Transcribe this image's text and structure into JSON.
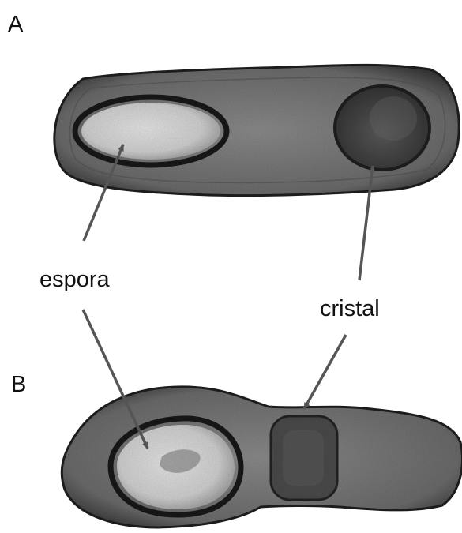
{
  "panels": {
    "a_label": "A",
    "b_label": "B"
  },
  "annotations": {
    "spore_label": "espora",
    "crystal_label": "cristal"
  },
  "colors": {
    "background": "#ffffff",
    "cell_wall_dark": "#1a1a1a",
    "cell_body": "#6e6e6e",
    "spore_interior": "#d4d4d4",
    "crystal_fill": "#4a4a4a",
    "arrow": "#555555"
  }
}
